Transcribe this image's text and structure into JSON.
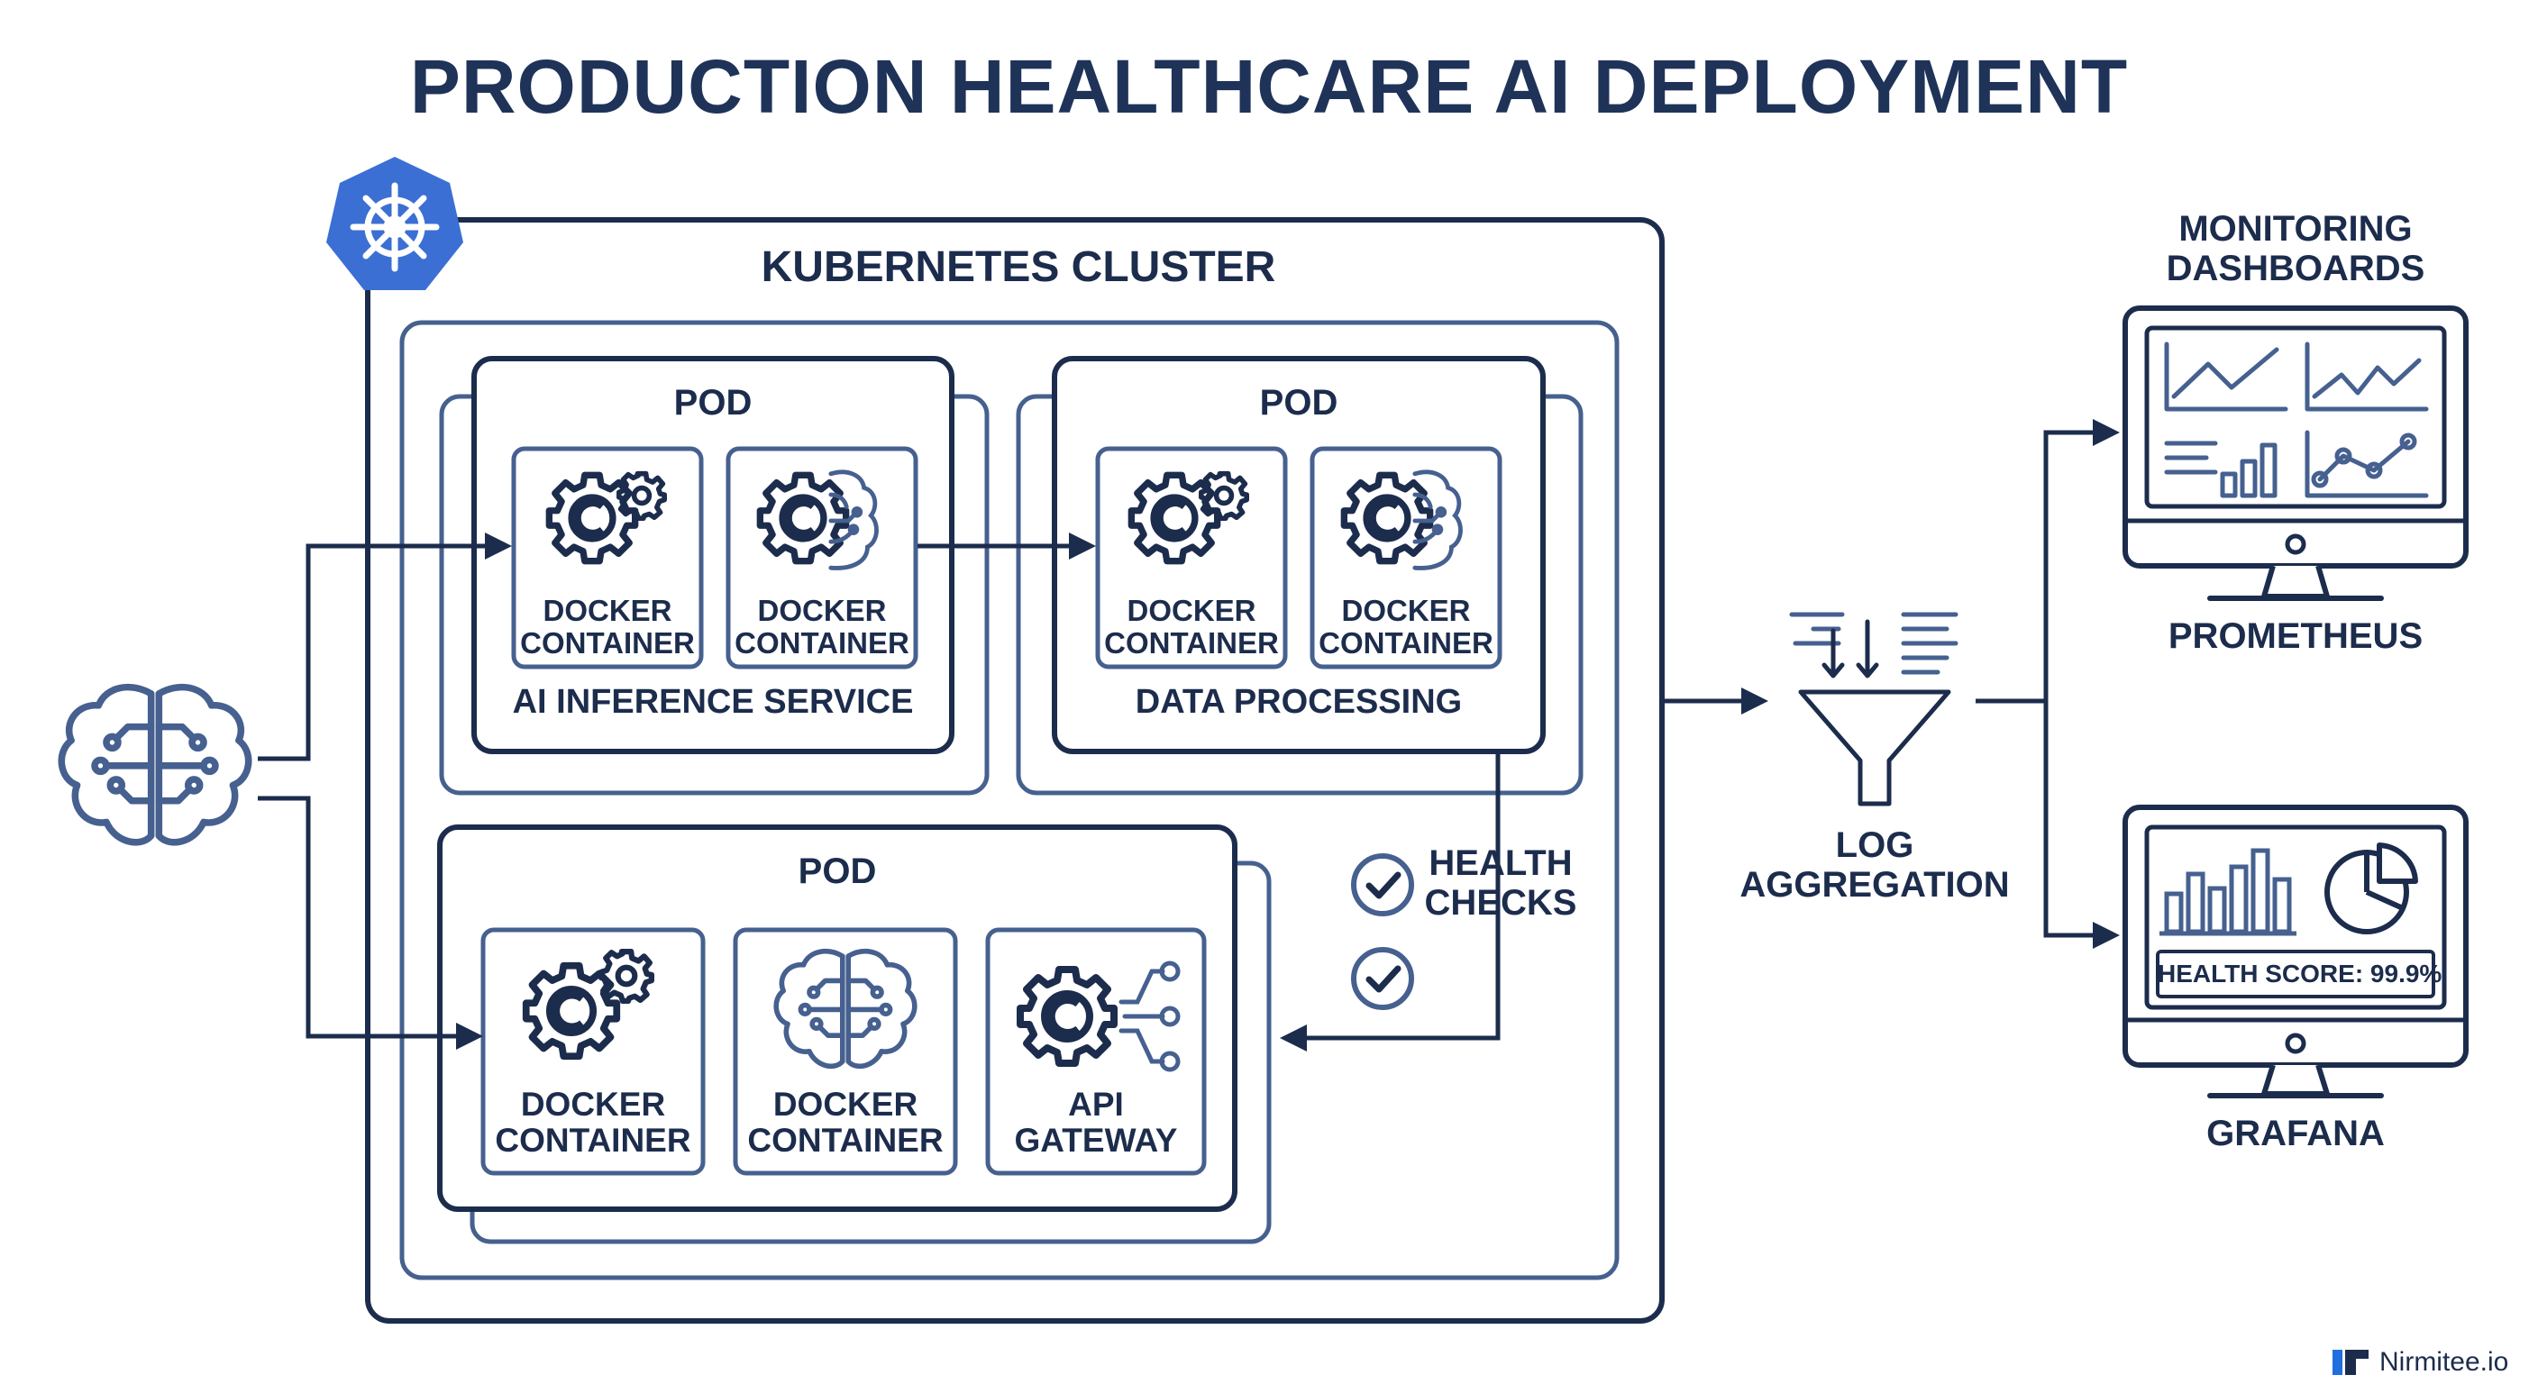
{
  "title": "PRODUCTION HEALTHCARE AI DEPLOYMENT",
  "cluster": {
    "label": "KUBERNETES CLUSTER",
    "icon": "kubernetes-helm-icon",
    "badge_color": "#3b6fd4"
  },
  "pods": [
    {
      "label": "POD",
      "service": "AI INFERENCE SERVICE",
      "containers": [
        {
          "label_line1": "DOCKER",
          "label_line2": "CONTAINER",
          "icon": "gears-icon"
        },
        {
          "label_line1": "DOCKER",
          "label_line2": "CONTAINER",
          "icon": "gear-brain-icon"
        }
      ]
    },
    {
      "label": "POD",
      "service": "DATA PROCESSING",
      "containers": [
        {
          "label_line1": "DOCKER",
          "label_line2": "CONTAINER",
          "icon": "gears-icon"
        },
        {
          "label_line1": "DOCKER",
          "label_line2": "CONTAINER",
          "icon": "gear-brain-icon"
        }
      ]
    },
    {
      "label": "POD",
      "containers": [
        {
          "label_line1": "DOCKER",
          "label_line2": "CONTAINER",
          "icon": "gears-icon"
        },
        {
          "label_line1": "DOCKER",
          "label_line2": "CONTAINER",
          "icon": "brain-circuit-icon"
        },
        {
          "label_line1": "API",
          "label_line2": "GATEWAY",
          "icon": "gear-network-icon"
        }
      ]
    }
  ],
  "health_checks": {
    "line1": "HEALTH",
    "line2": "CHECKS",
    "icon": "check-circle-icon"
  },
  "log_aggregation": {
    "line1": "LOG",
    "line2": "AGGREGATION",
    "icon": "funnel-icon"
  },
  "monitoring": {
    "title_line1": "MONITORING",
    "title_line2": "DASHBOARDS",
    "prometheus": {
      "label": "PROMETHEUS",
      "icon": "monitor-charts-icon"
    },
    "grafana": {
      "label": "GRAFANA",
      "icon": "monitor-bar-pie-icon",
      "health_score": "HEALTH SCORE: 99.9%"
    }
  },
  "source": {
    "icon": "brain-icon"
  },
  "brand": {
    "name": "Nirmitee.io",
    "color": "#1f6fe0"
  },
  "colors": {
    "dark": "#1c2c4c",
    "mid": "#46608f",
    "accent": "#3b6fd4"
  }
}
